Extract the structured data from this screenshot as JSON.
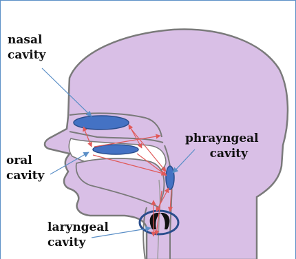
{
  "labels": {
    "nasal": [
      "nasal",
      "cavity"
    ],
    "oral": [
      "oral",
      "cavity"
    ],
    "pharyngeal": [
      "phrayngeal",
      "cavity"
    ],
    "laryngeal": [
      "laryngeal",
      "cavity"
    ]
  },
  "colors": {
    "head_fill": "#d9bfe6",
    "head_stroke": "#7a7a7a",
    "cavity_fill": "#4472c4",
    "cavity_stroke": "#2a4d8c",
    "pointer_line": "#5b8fc7",
    "path_arrow": "#e05a5a",
    "frame": "#5b8fc7"
  },
  "icons": {
    "vocal_folds": "vocal-folds-icon"
  }
}
